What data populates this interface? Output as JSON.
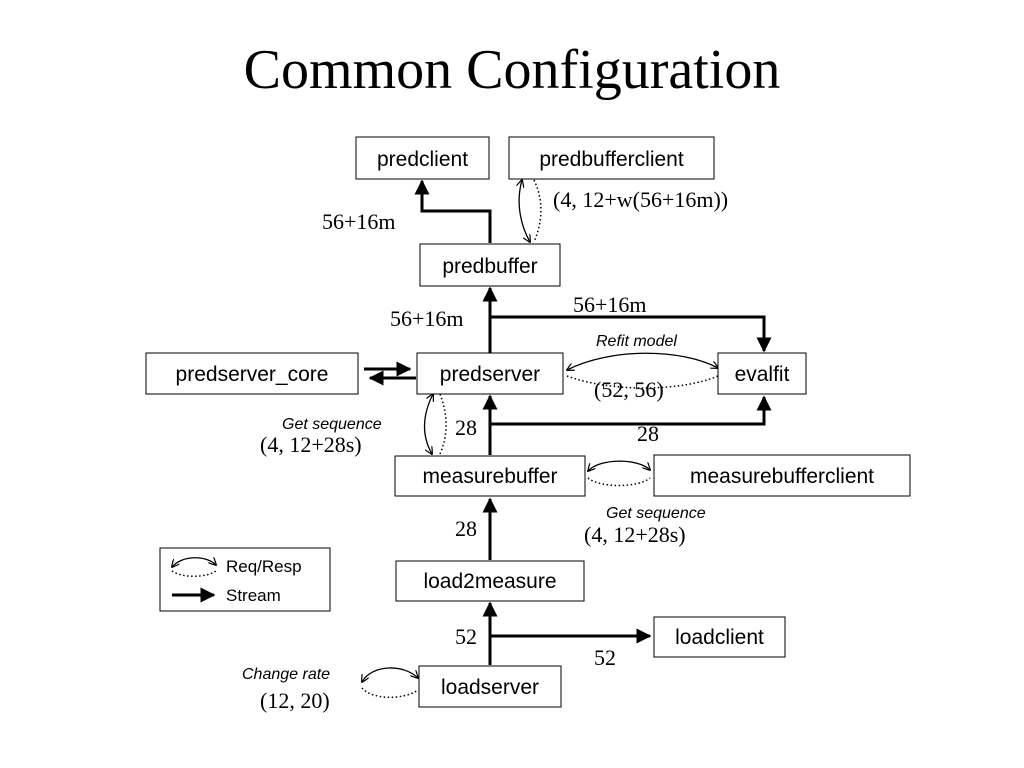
{
  "title": "Common Configuration",
  "nodes": {
    "predclient": "predclient",
    "predbufferclient": "predbufferclient",
    "predbuffer": "predbuffer",
    "predserver_core": "predserver_core",
    "predserver": "predserver",
    "evalfit": "evalfit",
    "measurebuffer": "measurebuffer",
    "measurebufferclient": "measurebufferclient",
    "load2measure": "load2measure",
    "loadclient": "loadclient",
    "loadserver": "loadserver"
  },
  "labels": {
    "predbuffer_to_predclient": "56+16m",
    "predbufferclient_reqresp": "(4, 12+w(56+16m))",
    "predserver_to_predbuffer": "56+16m",
    "predserver_to_evalfit": "56+16m",
    "refit_caption": "Refit model",
    "refit_rates": "(52, 56)",
    "getseq1_caption": "Get sequence",
    "getseq1_rates": "(4, 12+28s)",
    "measurebuffer_to_predserver": "28",
    "measurebuffer_to_evalfit": "28",
    "getseq2_caption": "Get sequence",
    "getseq2_rates": "(4, 12+28s)",
    "load2measure_to_measurebuffer": "28",
    "loadserver_to_load2measure": "52",
    "loadserver_to_loadclient": "52",
    "changerate_caption": "Change rate",
    "changerate_rates": "(12, 20)"
  },
  "legend": {
    "req_resp": "Req/Resp",
    "stream": "Stream"
  }
}
